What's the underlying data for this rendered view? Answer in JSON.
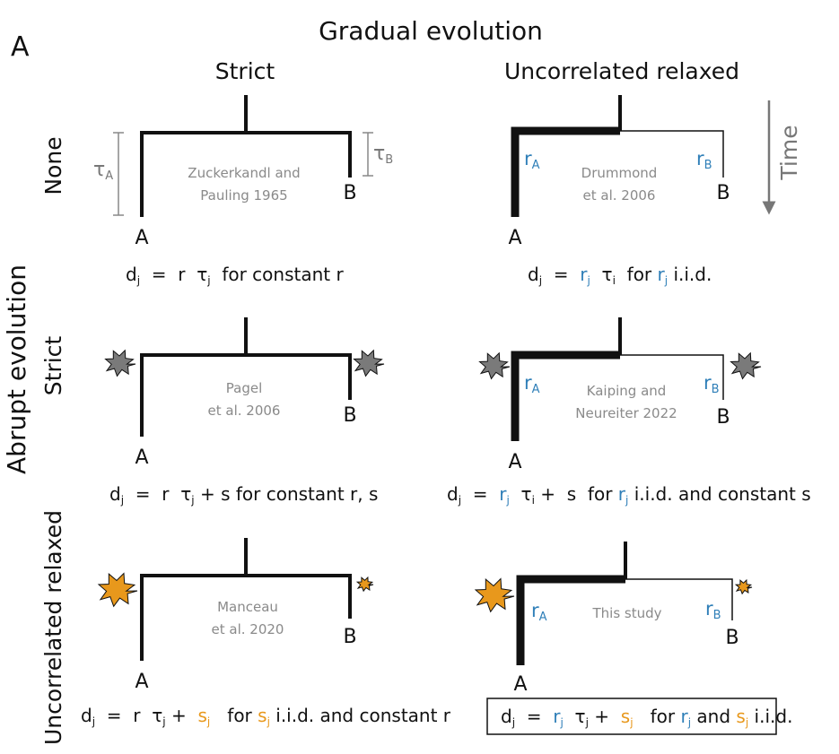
{
  "panel_label": "A",
  "header": {
    "title": "Gradual evolution",
    "col_strict": "Strict",
    "col_relaxed": "Uncorrelated relaxed"
  },
  "side": {
    "title": "Abrupt evolution",
    "row_none": "None",
    "row_strict": "Strict",
    "row_relaxed": "Uncorrelated relaxed"
  },
  "time_label": "Time",
  "tips": {
    "a": "A",
    "b": "B"
  },
  "tau": {
    "symbol": "τ",
    "sub_a": "A",
    "sub_b": "B"
  },
  "rates": {
    "symbol": "r",
    "sub_a": "A",
    "sub_b": "B"
  },
  "citations": {
    "c11_l1": "Zuckerkandl and",
    "c11_l2": "Pauling 1965",
    "c12_l1": "Drummond",
    "c12_l2": "et al. 2006",
    "c21_l1": "Pagel",
    "c21_l2": "et al. 2006",
    "c22_l1": "Kaiping and",
    "c22_l2": "Neureiter 2022",
    "c31_l1": "Manceau",
    "c31_l2": "et al. 2020",
    "c32_l1": "This study"
  },
  "formulas": {
    "f11": {
      "d": "d",
      "dsub": "j",
      "eq": "=",
      "r": "r",
      "tau": "τ",
      "tsub": "j",
      "rest": "for constant r"
    },
    "f12": {
      "d": "d",
      "dsub": "j",
      "eq": "=",
      "r": "r",
      "rsub": "j",
      "tau": "τ",
      "tsub": "i",
      "mid": "for",
      "r2": "r",
      "r2sub": "j",
      "rest": "i.i.d."
    },
    "f21": {
      "d": "d",
      "dsub": "j",
      "eq": "=",
      "r": "r",
      "tau": "τ",
      "tsub": "j",
      "plus": "+",
      "s": "s",
      "rest": "for constant r, s"
    },
    "f22": {
      "d": "d",
      "dsub": "j",
      "eq": "=",
      "r": "r",
      "rsub": "j",
      "tau": "τ",
      "tsub": "i",
      "plus": "+",
      "s": "s",
      "mid": "for",
      "r2": "r",
      "r2sub": "j",
      "rest": "i.i.d. and constant s"
    },
    "f31": {
      "d": "d",
      "dsub": "j",
      "eq": "=",
      "r": "r",
      "tau": "τ",
      "tsub": "j",
      "plus": "+",
      "s": "s",
      "ssub": "j",
      "mid": "for",
      "s2": "s",
      "s2sub": "j",
      "rest": "i.i.d. and constant r"
    },
    "f32": {
      "d": "d",
      "dsub": "j",
      "eq": "=",
      "r": "r",
      "rsub": "j",
      "tau": "τ",
      "tsub": "j",
      "plus": "+",
      "s": "s",
      "ssub": "j",
      "mid": "for",
      "r2": "r",
      "r2sub": "j",
      "and": "and",
      "s2": "s",
      "s2sub": "j",
      "rest": "i.i.d."
    }
  },
  "colors": {
    "rate": "#2f7fb8",
    "spike": "#e8981c",
    "strict_star": "#606060",
    "citation": "#8a8a8a"
  }
}
